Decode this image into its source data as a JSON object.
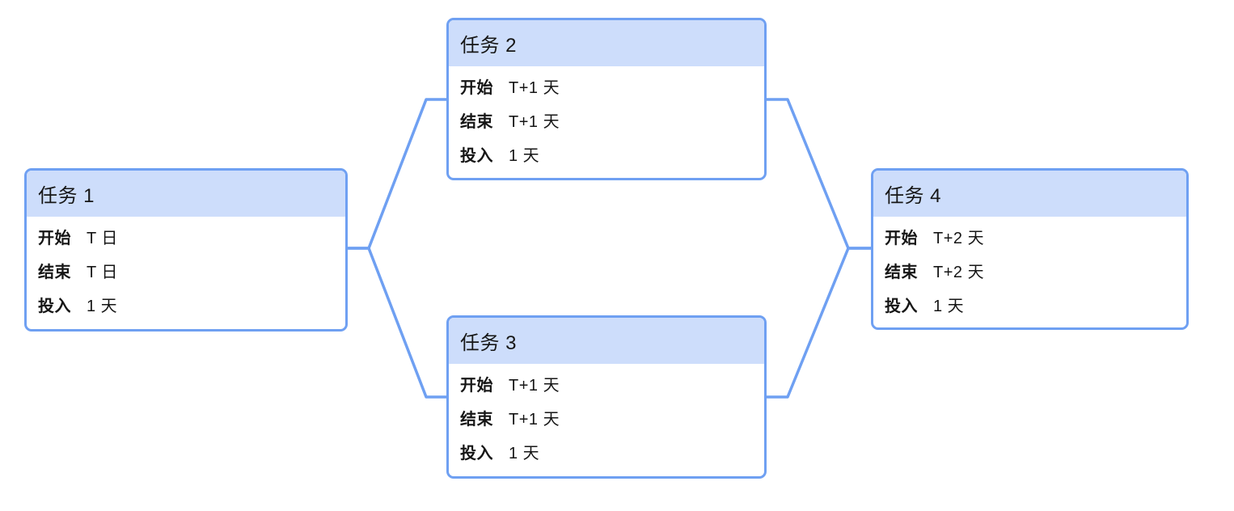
{
  "diagram": {
    "field_labels": {
      "start": "开始",
      "end": "结束",
      "effort": "投入"
    },
    "nodes": [
      {
        "id": "task1",
        "title": "任务 1",
        "fields": {
          "start": "T 日",
          "end": "T 日",
          "effort": "1 天"
        }
      },
      {
        "id": "task2",
        "title": "任务 2",
        "fields": {
          "start": "T+1 天",
          "end": "T+1 天",
          "effort": "1 天"
        }
      },
      {
        "id": "task3",
        "title": "任务 3",
        "fields": {
          "start": "T+1 天",
          "end": "T+1 天",
          "effort": "1 天"
        }
      },
      {
        "id": "task4",
        "title": "任务 4",
        "fields": {
          "start": "T+2 天",
          "end": "T+2 天",
          "effort": "1 天"
        }
      }
    ],
    "edges": [
      {
        "from": "task1",
        "to": "task2"
      },
      {
        "from": "task1",
        "to": "task3"
      },
      {
        "from": "task2",
        "to": "task4"
      },
      {
        "from": "task3",
        "to": "task4"
      }
    ],
    "colors": {
      "node_border": "#6FA0F2",
      "node_header_fill": "#CDDDFB",
      "node_body_fill": "#FFFFFF",
      "connector": "#6FA0F2",
      "text": "#161616"
    }
  }
}
